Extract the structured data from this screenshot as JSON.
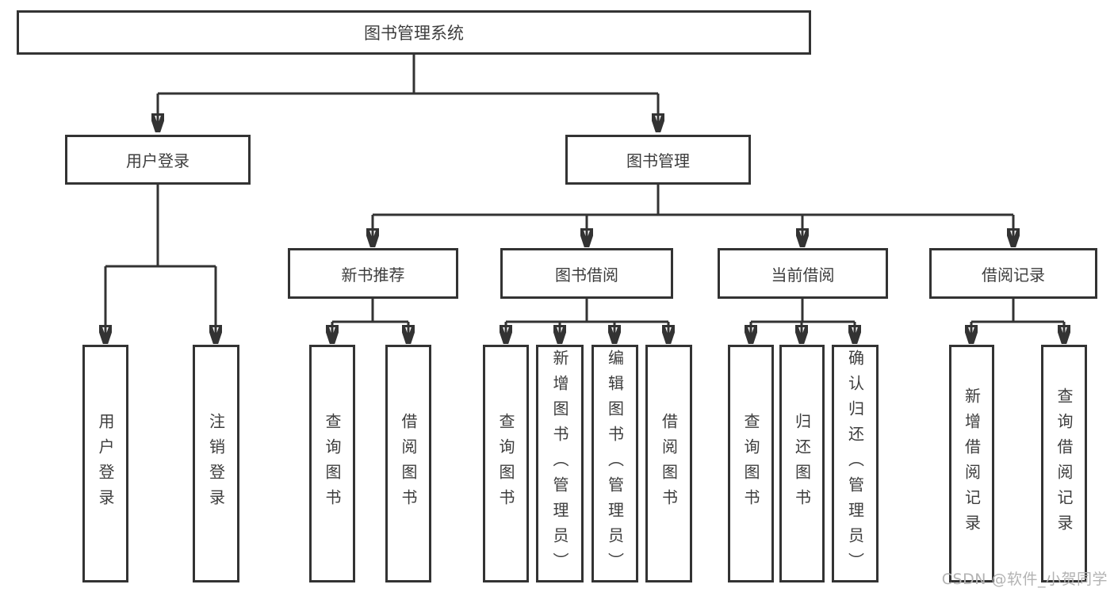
{
  "tree": {
    "label": "图书管理系统",
    "children": [
      {
        "label": "用户登录",
        "children": [
          {
            "label": "用户登录"
          },
          {
            "label": "注销登录"
          }
        ]
      },
      {
        "label": "图书管理",
        "children": [
          {
            "label": "新书推荐",
            "children": [
              {
                "label": "查询图书"
              },
              {
                "label": "借阅图书"
              }
            ]
          },
          {
            "label": "图书借阅",
            "children": [
              {
                "label": "查询图书"
              },
              {
                "label": "新增图书（管理员）"
              },
              {
                "label": "编辑图书（管理员）"
              },
              {
                "label": "借阅图书"
              }
            ]
          },
          {
            "label": "当前借阅",
            "children": [
              {
                "label": "查询图书"
              },
              {
                "label": "归还图书"
              },
              {
                "label": "确认归还（管理员）"
              }
            ]
          },
          {
            "label": "借阅记录",
            "children": [
              {
                "label": "新增借阅记录"
              },
              {
                "label": "查询借阅记录"
              }
            ]
          }
        ]
      }
    ]
  },
  "watermark": {
    "text": "CSDN @软件_小贺同学"
  },
  "colors": {
    "line": "#333333",
    "box_border": "#333333",
    "box_background": "#ffffff",
    "text": "#3d3d3d",
    "watermark": "#b3b3b3",
    "page_background": "#ffffff"
  }
}
